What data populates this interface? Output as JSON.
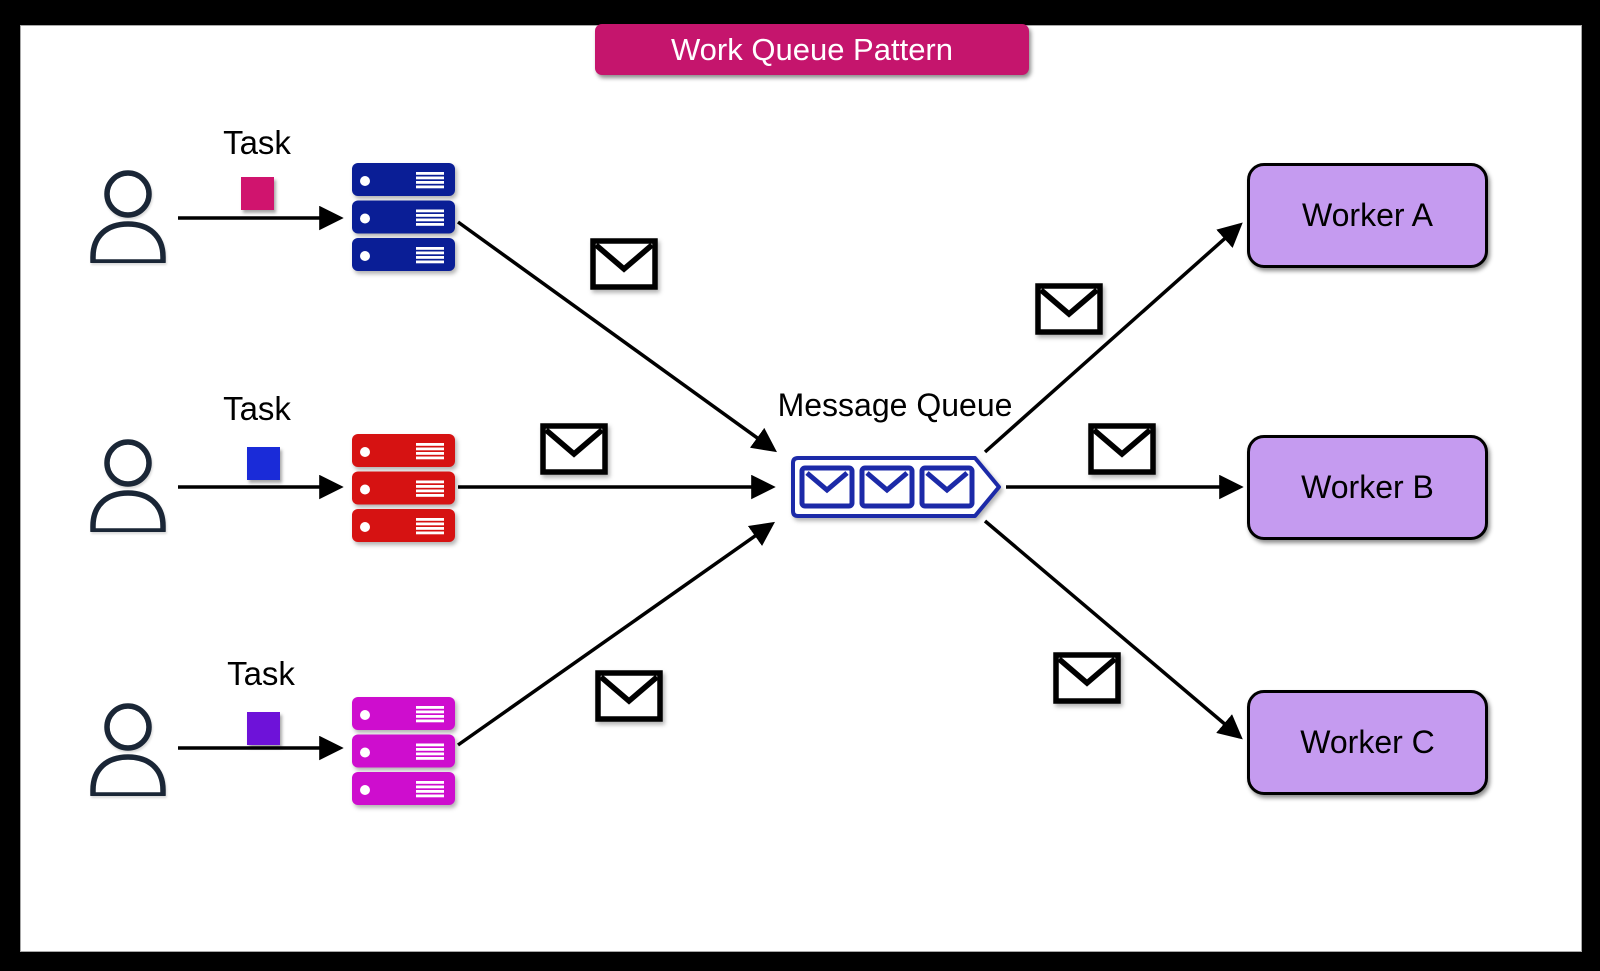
{
  "title": {
    "label": "Work Queue Pattern",
    "bg_color": "#C5156D",
    "text_color": "#FFFFFF"
  },
  "producers": [
    {
      "task_label": "Task",
      "task_color": "#D0146E",
      "server_color": "#0A1E96"
    },
    {
      "task_label": "Task",
      "task_color": "#1A2BD8",
      "server_color": "#D61212"
    },
    {
      "task_label": "Task",
      "task_color": "#6E12D9",
      "server_color": "#CE0DCE"
    }
  ],
  "queue": {
    "label": "Message Queue",
    "color": "#1C2AA8",
    "message_icon_count": 3
  },
  "workers": [
    {
      "label": "Worker A"
    },
    {
      "label": "Worker B"
    },
    {
      "label": "Worker C"
    }
  ],
  "styles": {
    "worker_fill": "#C59BF0",
    "worker_border": "#000000",
    "person_color": "#1A2636",
    "arrow_color": "#000000",
    "panel_bg": "#FFFFFF",
    "frame_bg": "#000000"
  },
  "icons": {
    "producer": "person-icon",
    "broker": "server-stack-icon",
    "message": "envelope-icon",
    "queue": "queue-pennant-icon"
  }
}
